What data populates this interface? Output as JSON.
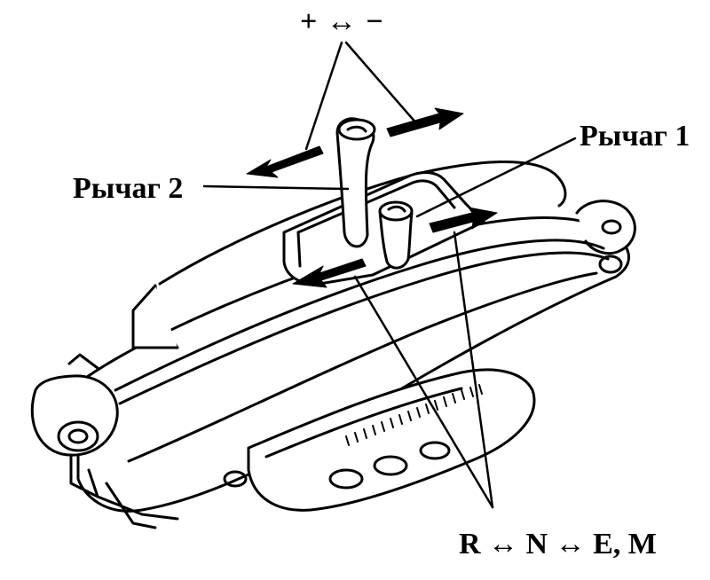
{
  "labels": {
    "top": "+ ↔ −",
    "lever1": "Рычаг 1",
    "lever2": "Рычаг 2",
    "bottom": "R ↔ N ↔ E, M"
  },
  "colors": {
    "ink": "#000000",
    "paper": "#ffffff"
  }
}
